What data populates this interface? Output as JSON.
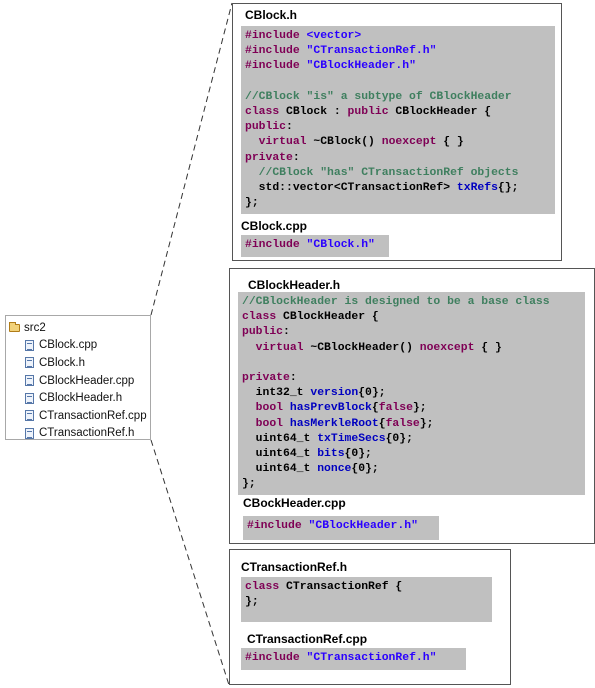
{
  "tree": {
    "root": "src2",
    "files": [
      "CBlock.cpp",
      "CBlock.h",
      "CBlockHeader.cpp",
      "CBlockHeader.h",
      "CTransactionRef.cpp",
      "CTransactionRef.h"
    ]
  },
  "panels": [
    {
      "sections": [
        {
          "title": "CBlock.h",
          "lines": [
            [
              [
                "pp",
                "#include "
              ],
              [
                "str",
                "<vector>"
              ]
            ],
            [
              [
                "pp",
                "#include "
              ],
              [
                "str",
                "\"CTransactionRef.h\""
              ]
            ],
            [
              [
                "pp",
                "#include "
              ],
              [
                "str",
                "\"CBlockHeader.h\""
              ]
            ],
            [],
            [
              [
                "cm",
                "//CBlock \"is\" a subtype of CBlockHeader"
              ]
            ],
            [
              [
                "kw",
                "class"
              ],
              [
                "",
                " CBlock : "
              ],
              [
                "kw",
                "public"
              ],
              [
                "",
                " CBlockHeader {"
              ]
            ],
            [
              [
                "kw",
                "public"
              ],
              [
                "",
                ":"
              ]
            ],
            [
              [
                "",
                "  "
              ],
              [
                "kw",
                "virtual"
              ],
              [
                "",
                " ~CBlock() "
              ],
              [
                "kw",
                "noexcept"
              ],
              [
                "",
                " { }"
              ]
            ],
            [
              [
                "kw",
                "private"
              ],
              [
                "",
                ":"
              ]
            ],
            [
              [
                "cm",
                "  //CBlock \"has\" CTransactionRef objects"
              ]
            ],
            [
              [
                "",
                "  std::vector<CTransactionRef> "
              ],
              [
                "fld",
                "txRefs"
              ],
              [
                "",
                "{};"
              ]
            ],
            [
              [
                "",
                "};"
              ]
            ]
          ]
        },
        {
          "title": "CBlock.cpp",
          "lines": [
            [
              [
                "pp",
                "#include "
              ],
              [
                "str",
                "\"CBlock.h\""
              ]
            ]
          ]
        }
      ]
    },
    {
      "sections": [
        {
          "title": "CBlockHeader.h",
          "lines": [
            [
              [
                "cm",
                "//CBlockHeader is designed to be a base class"
              ]
            ],
            [
              [
                "kw",
                "class"
              ],
              [
                "",
                " CBlockHeader {"
              ]
            ],
            [
              [
                "kw",
                "public"
              ],
              [
                "",
                ":"
              ]
            ],
            [
              [
                "",
                "  "
              ],
              [
                "kw",
                "virtual"
              ],
              [
                "",
                " ~CBlockHeader() "
              ],
              [
                "kw",
                "noexcept"
              ],
              [
                "",
                " { }"
              ]
            ],
            [],
            [
              [
                "kw",
                "private"
              ],
              [
                "",
                ":"
              ]
            ],
            [
              [
                "",
                "  int32_t "
              ],
              [
                "fld",
                "version"
              ],
              [
                "",
                "{0};"
              ]
            ],
            [
              [
                "",
                "  "
              ],
              [
                "kw",
                "bool"
              ],
              [
                "",
                " "
              ],
              [
                "fld",
                "hasPrevBlock"
              ],
              [
                "",
                "{"
              ],
              [
                "kw",
                "false"
              ],
              [
                "",
                "};"
              ]
            ],
            [
              [
                "",
                "  "
              ],
              [
                "kw",
                "bool"
              ],
              [
                "",
                " "
              ],
              [
                "fld",
                "hasMerkleRoot"
              ],
              [
                "",
                "{"
              ],
              [
                "kw",
                "false"
              ],
              [
                "",
                "};"
              ]
            ],
            [
              [
                "",
                "  uint64_t "
              ],
              [
                "fld",
                "txTimeSecs"
              ],
              [
                "",
                "{0};"
              ]
            ],
            [
              [
                "",
                "  uint64_t "
              ],
              [
                "fld",
                "bits"
              ],
              [
                "",
                "{0};"
              ]
            ],
            [
              [
                "",
                "  uint64_t "
              ],
              [
                "fld",
                "nonce"
              ],
              [
                "",
                "{0};"
              ]
            ],
            [
              [
                "",
                "};"
              ]
            ]
          ]
        },
        {
          "title": "CBockHeader.cpp",
          "lines": [
            [
              [
                "pp",
                "#include "
              ],
              [
                "str",
                "\"CBlockHeader.h\""
              ]
            ]
          ]
        }
      ]
    },
    {
      "sections": [
        {
          "title": "CTransactionRef.h",
          "lines": [
            [
              [
                "kw",
                "class"
              ],
              [
                "",
                " CTransactionRef {"
              ]
            ],
            [
              [
                "",
                "};"
              ]
            ]
          ]
        },
        {
          "title": "CTransactionRef.cpp",
          "lines": [
            [
              [
                "pp",
                "#include "
              ],
              [
                "str",
                "\"CTransactionRef.h\""
              ]
            ]
          ]
        }
      ]
    }
  ]
}
